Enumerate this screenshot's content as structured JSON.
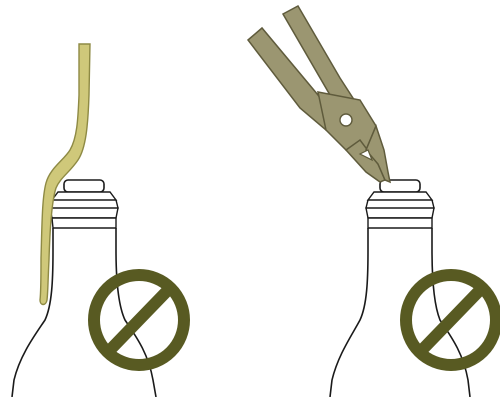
{
  "colors": {
    "background": "#ffffff",
    "outline": "#1a1a1a",
    "ribbon_fill": "#cfc87a",
    "ribbon_stroke": "#8e8a44",
    "pliers_fill": "#9b9671",
    "pliers_stroke": "#5f5b3c",
    "prohibition": "#585a22"
  },
  "panels": [
    {
      "id": "left",
      "bottle": "wine-bottle-neck",
      "tool": "foil-strip",
      "sign": "prohibition-sign"
    },
    {
      "id": "right",
      "bottle": "wine-bottle-neck",
      "tool": "pliers",
      "sign": "prohibition-sign"
    }
  ]
}
